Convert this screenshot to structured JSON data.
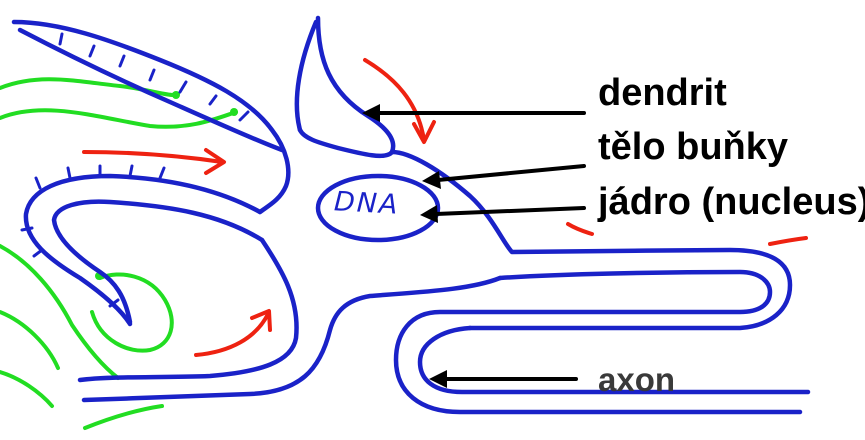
{
  "labels": {
    "dendrit": "dendrit",
    "cell_body": "tělo buňky",
    "nucleus": "jádro (nucleus)",
    "axon": "axon"
  },
  "nucleus_text": "DNA",
  "colors": {
    "membrane": "#1a22c8",
    "neighbor_neurons": "#22dd22",
    "signal_arrows": "#ee2211",
    "pointer_arrows": "#000000",
    "background": "#ffffff"
  }
}
